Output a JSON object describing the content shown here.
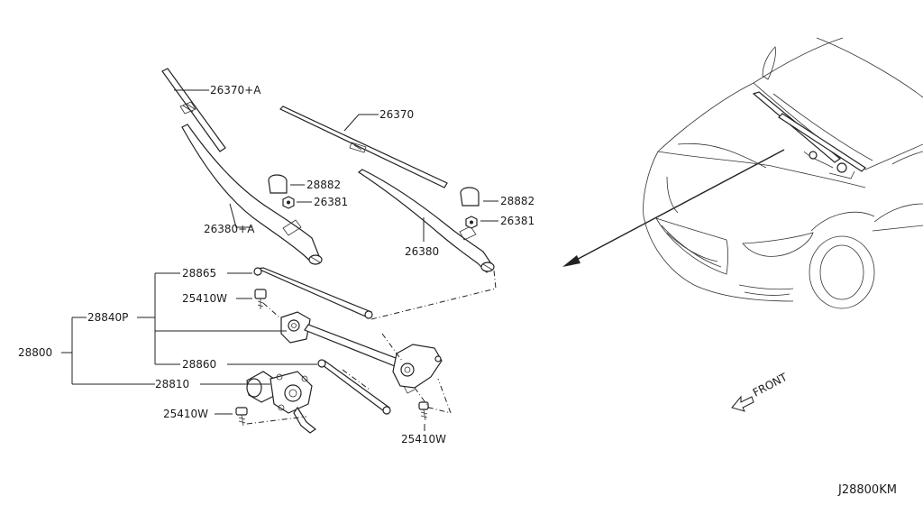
{
  "labels": {
    "p26370A": "26370+A",
    "p26370": "26370",
    "p28882a": "28882",
    "p26381a": "26381",
    "p28882b": "28882",
    "p26381b": "26381",
    "p26380A": "26380+A",
    "p26380": "26380",
    "p28865": "28865",
    "p25410Wa": "25410W",
    "p28840P": "28840P",
    "p28800": "28800",
    "p28860": "28860",
    "p28810": "28810",
    "p25410Wb": "25410W",
    "p25410Wc": "25410W",
    "front": "FRONT",
    "code": "J28800KM"
  }
}
